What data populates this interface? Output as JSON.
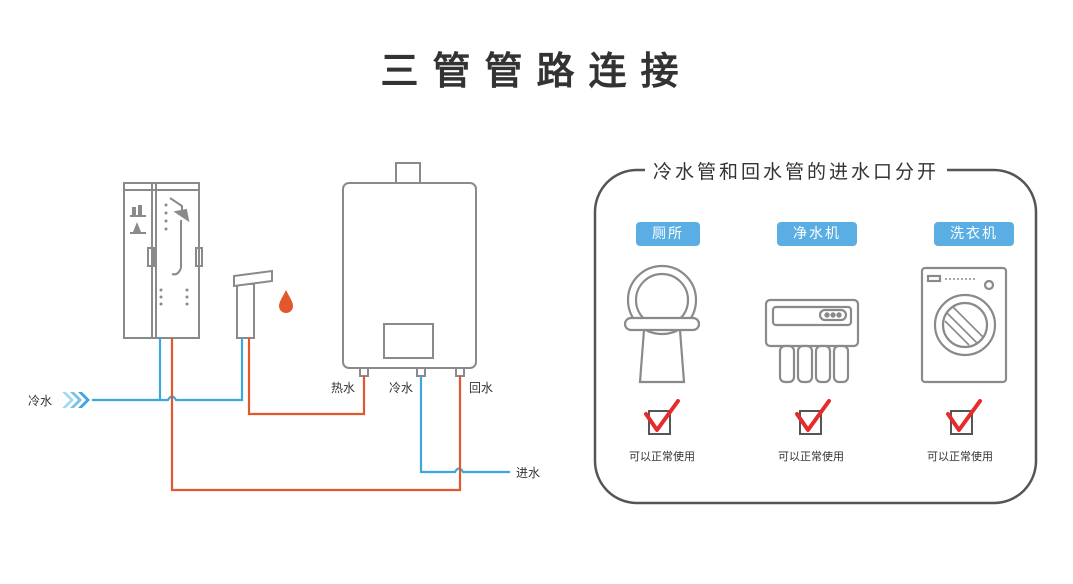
{
  "title": "三管管路连接",
  "colors": {
    "cold_pipe": "#3ea6df",
    "hot_pipe": "#e2582c",
    "outline": "#8a8a8a",
    "tag_bg": "#5aaee3",
    "check": "#e52b2b"
  },
  "left_diagram": {
    "labels": {
      "cold_in": "冷水",
      "hot_out": "热水",
      "cold_port": "冷水",
      "return_port": "回水",
      "inlet": "进水"
    }
  },
  "panel": {
    "title": "冷水管和回水管的进水口分开",
    "items": [
      {
        "name": "厕所",
        "icon": "toilet-icon",
        "status": "可以正常使用"
      },
      {
        "name": "净水机",
        "icon": "water-purifier-icon",
        "status": "可以正常使用"
      },
      {
        "name": "洗衣机",
        "icon": "washing-machine-icon",
        "status": "可以正常使用"
      }
    ]
  }
}
